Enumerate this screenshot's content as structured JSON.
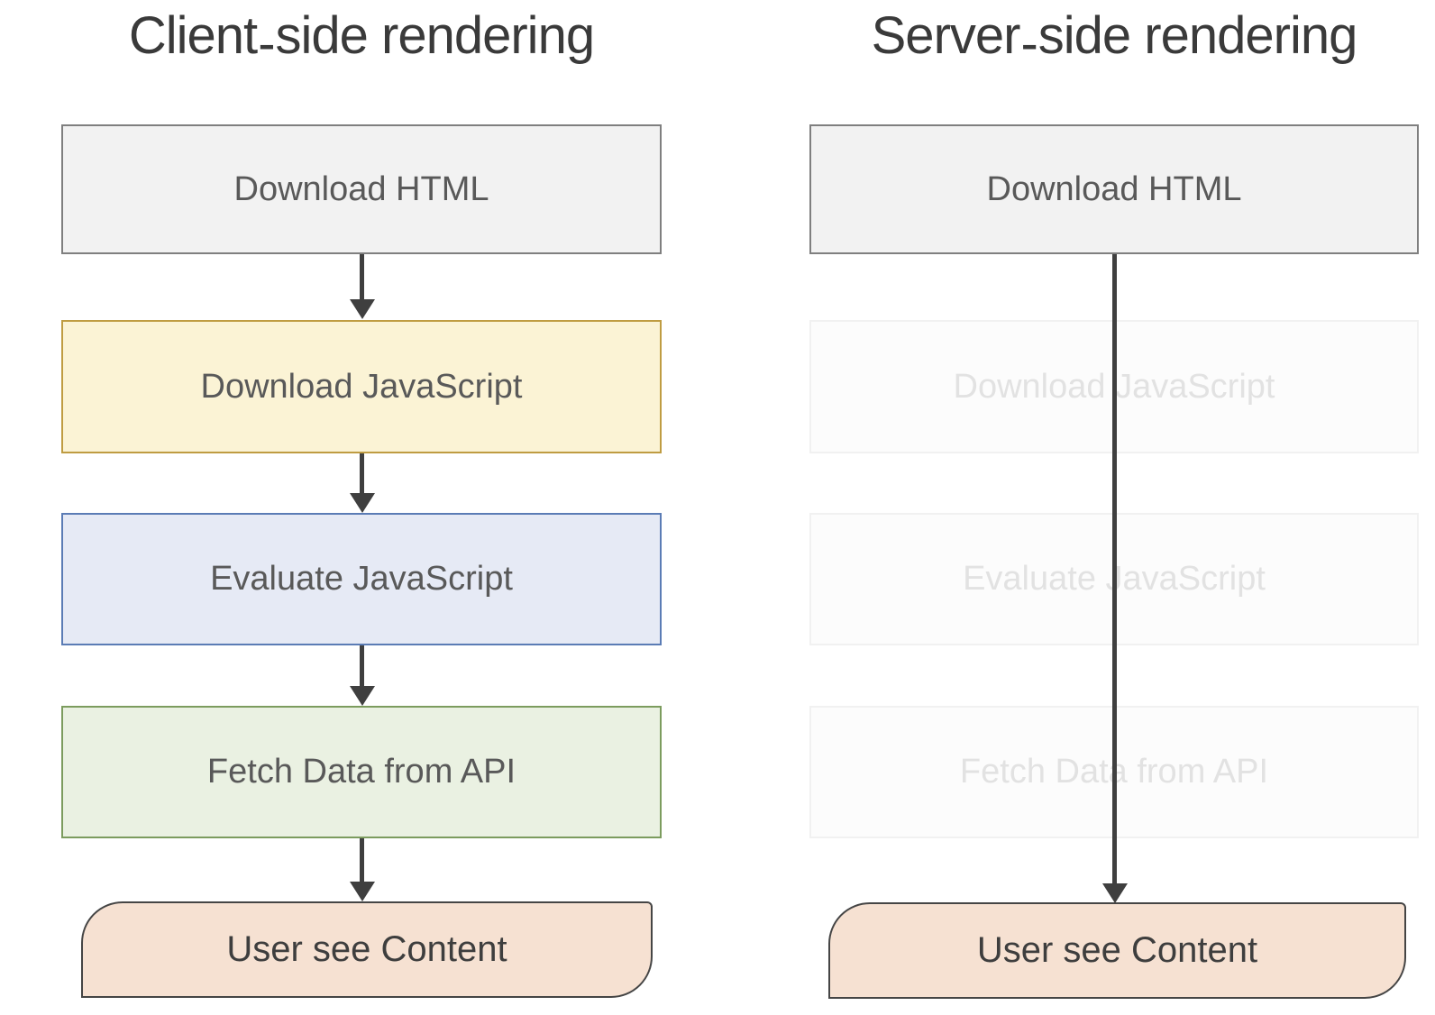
{
  "diagram": {
    "background_color": "#ffffff",
    "arrow_color": "#3f3f3f",
    "title_color": "#3a3a3a",
    "columns": [
      {
        "title": "Client-side rendering",
        "title_parts": {
          "first": "Client",
          "separator": "-",
          "rest": "side rendering"
        },
        "steps": [
          {
            "label": "Download HTML",
            "fill": "#f2f2f2",
            "border_color": "#7f7f7f",
            "text_color": "#595959",
            "skipped": false
          },
          {
            "label": "Download JavaScript",
            "fill": "#fbf3d5",
            "border_color": "#bf9c42",
            "text_color": "#595959",
            "skipped": false
          },
          {
            "label": "Evaluate JavaScript",
            "fill": "#e6eaf5",
            "border_color": "#5b7cb5",
            "text_color": "#595959",
            "skipped": false
          },
          {
            "label": "Fetch Data from API",
            "fill": "#eaf1e2",
            "border_color": "#7c9c5e",
            "text_color": "#595959",
            "skipped": false
          },
          {
            "label": "User see Content",
            "fill": "#f6e1d2",
            "border_color": "#454545",
            "text_color": "#3e3e3e",
            "skipped": false,
            "shape": "card"
          }
        ]
      },
      {
        "title": "Server-side rendering",
        "title_parts": {
          "first": "Server",
          "separator": "-",
          "rest": "side rendering"
        },
        "steps": [
          {
            "label": "Download HTML",
            "fill": "#f2f2f2",
            "border_color": "#7f7f7f",
            "text_color": "#595959",
            "skipped": false
          },
          {
            "label": "Download JavaScript",
            "fill": "#fcfcfc",
            "border_color": "#f1f1f1",
            "text_color": "#e2e2e2",
            "skipped": true
          },
          {
            "label": "Evaluate JavaScript",
            "fill": "#fcfcfc",
            "border_color": "#f1f1f1",
            "text_color": "#e2e2e2",
            "skipped": true
          },
          {
            "label": "Fetch Data from API",
            "fill": "#fcfcfc",
            "border_color": "#f1f1f1",
            "text_color": "#e2e2e2",
            "skipped": true
          },
          {
            "label": "User see Content",
            "fill": "#f6e1d2",
            "border_color": "#454545",
            "text_color": "#3e3e3e",
            "skipped": false,
            "shape": "card"
          }
        ]
      }
    ]
  }
}
